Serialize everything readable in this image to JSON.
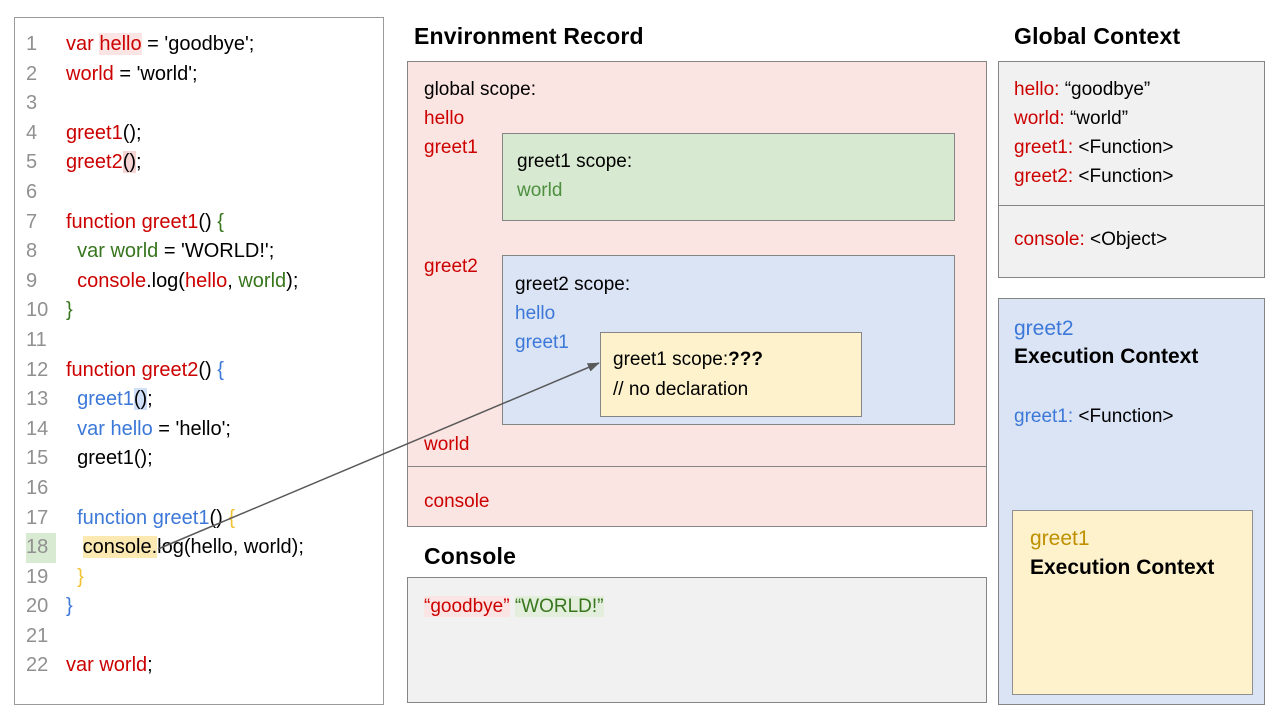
{
  "colors": {
    "red_text": "#cc0000",
    "green_text": "#38761d",
    "green_light_text": "#4d8f3f",
    "blue_text": "#3c78d8",
    "gold_brace": "#f1c232",
    "gold_dark_text": "#bf9000",
    "pink_bg": "#fbe5e3",
    "green_bg": "#d7e9d0",
    "blue_bg": "#dae4f5",
    "yellow_bg": "#fdf2cb",
    "gray_bg": "#f1f1f1",
    "border_gray": "#858585"
  },
  "code_panel": {
    "lines": [
      {
        "no": "1",
        "segs": [
          {
            "t": "var ",
            "c": "red"
          },
          {
            "t": "hello",
            "c": "red",
            "h": "hpinkfaint"
          },
          {
            "t": " = 'goodbye';",
            "c": "black"
          }
        ]
      },
      {
        "no": "2",
        "segs": [
          {
            "t": "world",
            "c": "red"
          },
          {
            "t": " = 'world';",
            "c": "black"
          }
        ]
      },
      {
        "no": "3",
        "segs": []
      },
      {
        "no": "4",
        "segs": [
          {
            "t": "greet1",
            "c": "red"
          },
          {
            "t": "();",
            "c": "black"
          }
        ]
      },
      {
        "no": "5",
        "segs": [
          {
            "t": "greet2",
            "c": "red"
          },
          {
            "t": "()",
            "c": "black",
            "h": "hpink"
          },
          {
            "t": ";",
            "c": "black"
          }
        ]
      },
      {
        "no": "6",
        "segs": []
      },
      {
        "no": "7",
        "segs": [
          {
            "t": "function greet1",
            "c": "red"
          },
          {
            "t": "() ",
            "c": "black"
          },
          {
            "t": "{",
            "c": "green"
          }
        ]
      },
      {
        "no": "8",
        "segs": [
          {
            "t": "  ",
            "c": "black"
          },
          {
            "t": "var world",
            "c": "green"
          },
          {
            "t": " = 'WORLD!';",
            "c": "black"
          }
        ]
      },
      {
        "no": "9",
        "segs": [
          {
            "t": "  ",
            "c": "black"
          },
          {
            "t": "console",
            "c": "red"
          },
          {
            "t": ".log(",
            "c": "black"
          },
          {
            "t": "hello",
            "c": "red"
          },
          {
            "t": ", ",
            "c": "black"
          },
          {
            "t": "world",
            "c": "green"
          },
          {
            "t": ");",
            "c": "black"
          }
        ]
      },
      {
        "no": "10",
        "segs": [
          {
            "t": "}",
            "c": "green"
          }
        ]
      },
      {
        "no": "11",
        "segs": []
      },
      {
        "no": "12",
        "segs": [
          {
            "t": "function greet2",
            "c": "red"
          },
          {
            "t": "() ",
            "c": "black"
          },
          {
            "t": "{",
            "c": "blue"
          }
        ]
      },
      {
        "no": "13",
        "segs": [
          {
            "t": "  ",
            "c": "black"
          },
          {
            "t": "greet1",
            "c": "blue"
          },
          {
            "t": "()",
            "c": "black",
            "h": "hblue"
          },
          {
            "t": ";",
            "c": "black"
          }
        ]
      },
      {
        "no": "14",
        "segs": [
          {
            "t": "  ",
            "c": "black"
          },
          {
            "t": "var hello",
            "c": "blue"
          },
          {
            "t": " = 'hello';",
            "c": "black"
          }
        ]
      },
      {
        "no": "15",
        "segs": [
          {
            "t": "  ",
            "c": "black"
          },
          {
            "t": "greet1();",
            "c": "black"
          }
        ]
      },
      {
        "no": "16",
        "segs": []
      },
      {
        "no": "17",
        "segs": [
          {
            "t": "  ",
            "c": "black"
          },
          {
            "t": "function greet1",
            "c": "blue"
          },
          {
            "t": "() ",
            "c": "black"
          },
          {
            "t": "{",
            "c": "gold"
          }
        ]
      },
      {
        "no": "18",
        "num_highlight": true,
        "segs": [
          {
            "t": "   ",
            "c": "black"
          },
          {
            "t": "console.",
            "c": "black",
            "h": "hyellow"
          },
          {
            "t": "log(hello, world);",
            "c": "black"
          }
        ]
      },
      {
        "no": "19",
        "segs": [
          {
            "t": "  ",
            "c": "black"
          },
          {
            "t": "}",
            "c": "gold"
          }
        ]
      },
      {
        "no": "20",
        "segs": [
          {
            "t": "}",
            "c": "blue"
          }
        ]
      },
      {
        "no": "21",
        "segs": []
      },
      {
        "no": "22",
        "segs": [
          {
            "t": "var world",
            "c": "red"
          },
          {
            "t": ";",
            "c": "black"
          }
        ]
      }
    ]
  },
  "environment_record": {
    "title": "Environment Record",
    "global_scope_label": "global scope:",
    "hello": "hello",
    "greet1": "greet1",
    "greet2": "greet2",
    "world": "world",
    "console": "console",
    "greet1_scope": {
      "label": "greet1 scope:",
      "world": "world"
    },
    "greet2_scope": {
      "label": "greet2 scope:",
      "hello": "hello",
      "greet1": "greet1"
    },
    "greet1_inner": {
      "line1": [
        {
          "t": "greet1 scope:",
          "c": "black"
        },
        {
          "t": "???",
          "c": "black",
          "b": true
        }
      ],
      "comment": "// no declaration"
    }
  },
  "console_panel": {
    "title": "Console",
    "output": [
      {
        "t": "“goodbye”",
        "c": "red",
        "h": "hpinkfaint"
      },
      {
        "t": " ",
        "c": "black"
      },
      {
        "t": "“WORLD!”",
        "c": "green",
        "h": "hgreenfaint"
      }
    ]
  },
  "global_context": {
    "title": "Global Context",
    "entries": [
      [
        {
          "t": "hello:",
          "c": "red"
        },
        {
          "t": " “goodbye”",
          "c": "black"
        }
      ],
      [
        {
          "t": "world:",
          "c": "red"
        },
        {
          "t": " “world”",
          "c": "black"
        }
      ],
      [
        {
          "t": "greet1:",
          "c": "red"
        },
        {
          "t": " <Function>",
          "c": "black"
        }
      ],
      [
        {
          "t": "greet2:",
          "c": "red"
        },
        {
          "t": " <Function>",
          "c": "black"
        }
      ]
    ],
    "console_entry": [
      {
        "t": "console:",
        "c": "red"
      },
      {
        "t": " <Object>",
        "c": "black"
      }
    ]
  },
  "greet2_execution_context": {
    "name": "greet2",
    "title": "Execution Context",
    "entry": [
      {
        "t": "greet1:",
        "c": "blue"
      },
      {
        "t": " <Function>",
        "c": "black"
      }
    ]
  },
  "greet1_execution_context": {
    "name": "greet1",
    "title": "Execution Context"
  }
}
